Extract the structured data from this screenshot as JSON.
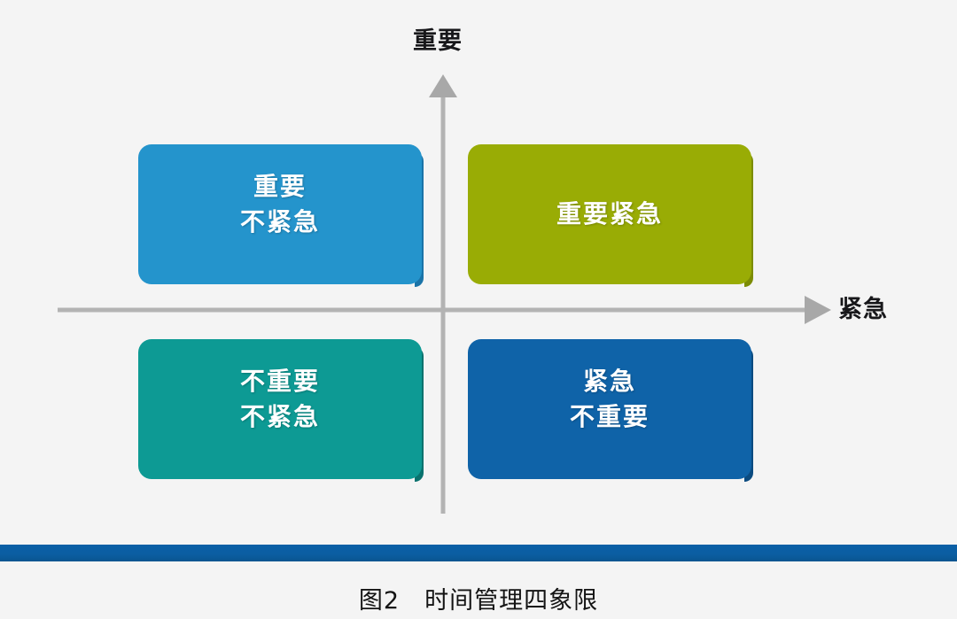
{
  "figure": {
    "caption": "图2　时间管理四象限",
    "background_color": "#f4f4f4"
  },
  "axes": {
    "vertical": {
      "label": "重要",
      "direction": "up",
      "color": "#b0b0b0"
    },
    "horizontal": {
      "label": "紧急",
      "direction": "right",
      "color": "#b0b0b0"
    }
  },
  "quadrants": [
    {
      "id": "important-not-urgent",
      "position": "top-left",
      "lines": [
        "重要",
        "不紧急"
      ],
      "line1": "重要",
      "line2": "不紧急",
      "color": "#2494cc",
      "bevel_color": "#1a74a8",
      "text_color": "#ffffff"
    },
    {
      "id": "important-urgent",
      "position": "top-right",
      "lines": [
        "重要紧急"
      ],
      "line1": "重要紧急",
      "line2": "",
      "color": "#99ac05",
      "bevel_color": "#7c8c04",
      "text_color": "#ffffff"
    },
    {
      "id": "not-important-not-urgent",
      "position": "bottom-left",
      "lines": [
        "不重要",
        "不紧急"
      ],
      "line1": "不重要",
      "line2": "不紧急",
      "color": "#0d9a94",
      "bevel_color": "#09726e",
      "text_color": "#ffffff"
    },
    {
      "id": "urgent-not-important",
      "position": "bottom-right",
      "lines": [
        "紧急",
        "不重要"
      ],
      "line1": "紧急",
      "line2": "不重要",
      "color": "#0f63a8",
      "bevel_color": "#0b4b80",
      "text_color": "#ffffff"
    }
  ],
  "divider": {
    "color": "#0b5ea2"
  }
}
